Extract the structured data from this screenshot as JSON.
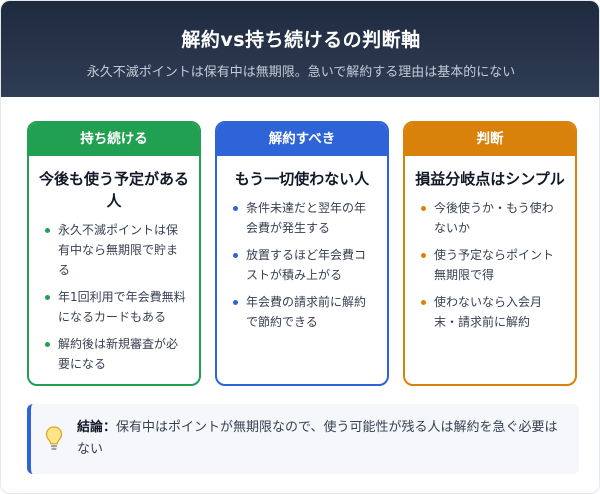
{
  "header": {
    "title": "解約vs持ち続けるの判断軸",
    "subtitle": "永久不滅ポイントは保有中は無期限。急いで解約する理由は基本的にない"
  },
  "cards": [
    {
      "label": "持ち続ける",
      "title": "今後も使う予定がある人",
      "items": [
        "永久不滅ポイントは保有中なら無期限で貯まる",
        "年1回利用で年会費無料になるカードもある",
        "解約後は新規審査が必要になる"
      ]
    },
    {
      "label": "解約すべき",
      "title": "もう一切使わない人",
      "items": [
        "条件未達だと翌年の年会費が発生する",
        "放置するほど年会費コストが積み上がる",
        "年会費の請求前に解約で節約できる"
      ]
    },
    {
      "label": "判断",
      "title": "損益分岐点はシンプル",
      "items": [
        "今後使うか・もう使わないか",
        "使う予定ならポイント無期限で得",
        "使わないなら入会月末・請求前に解約"
      ]
    }
  ],
  "conclusion": {
    "label": "結論：",
    "text": "保有中はポイントが無期限なので、使う可能性が残る人は解約を急ぐ必要はない"
  },
  "colors": {
    "keep": "#22a052",
    "cancel": "#2f64d8",
    "judge": "#d9820b",
    "header": "#1e2a3e"
  }
}
